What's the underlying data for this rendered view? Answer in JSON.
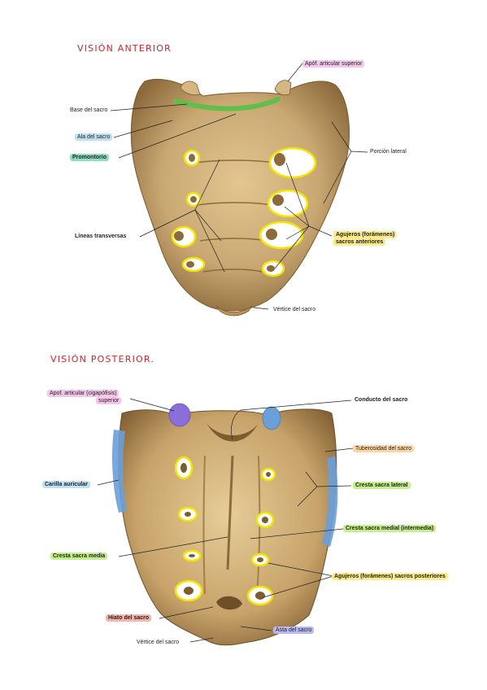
{
  "anterior": {
    "title": "VISIÓN ANTERIOR",
    "labels": {
      "apof_superior": "Apóf. articular superior",
      "base_sacro": "Base del sacro",
      "ala_sacro": "Ala del sacro",
      "promontorio": "Promontorio",
      "porcion_lateral": "Porción lateral",
      "lineas_transversas": "Líneas transversas",
      "agujeros_1": "Agujeros (forámenes)",
      "agujeros_2": "sacros anteriores",
      "vertice": "Vértice del sacro"
    }
  },
  "posterior": {
    "title": "VISIÓN POSTERIOR.",
    "labels": {
      "apof_1": "Apof. articular (cigapófisis)",
      "apof_2": "superior",
      "conducto": "Conducto del sacro",
      "tuberosidad": "Tuberosidad del sacro",
      "carilla": "Carilla auricular",
      "cresta_lateral": "Cresta sacra lateral",
      "cresta_medial": "Cresta sacra medial (intermedia)",
      "cresta_media": "Cresta sacra media",
      "agujeros_post": "Agujeros (forámenes) sacros posteriores",
      "hiato": "Hiato del sacro",
      "asta": "Asta del sacro",
      "vertice": "Vértice del sacro"
    }
  },
  "colors": {
    "bone": "#c9a873",
    "bone_dark": "#8c6a3c",
    "foramen_outline": "#f5e400",
    "title_red": "#d2232a",
    "base_green": "#5fbf4a",
    "facet_blue": "#6a9fd8",
    "facet_purple": "#8a6fd8"
  }
}
